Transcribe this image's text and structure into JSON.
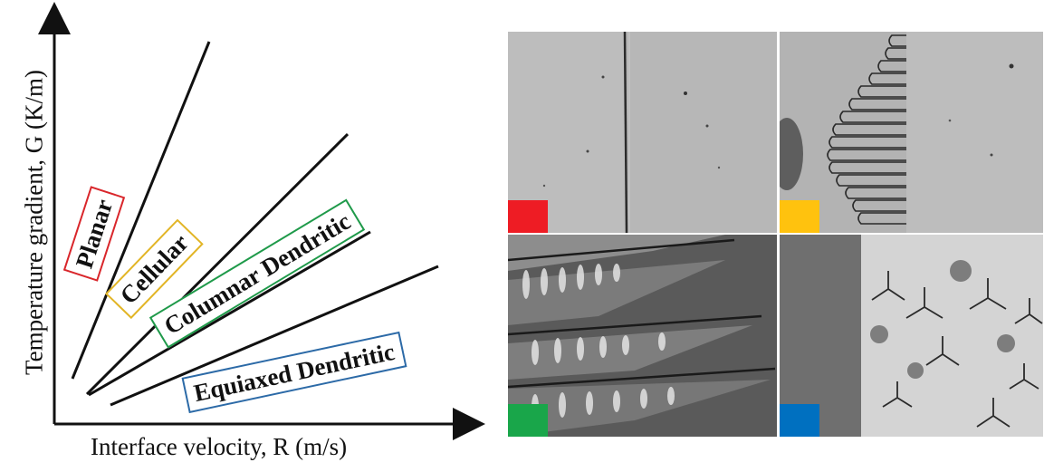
{
  "diagram": {
    "y_axis_label": "Temperature gradient, G (K/m)",
    "x_axis_label": "Interface velocity, R (m/s)",
    "regions": [
      {
        "label": "Planar",
        "color": "#d9262b"
      },
      {
        "label": "Cellular",
        "color": "#e2b526"
      },
      {
        "label": "Columnar Dendritic",
        "color": "#1f9a4a"
      },
      {
        "label": "Equiaxed Dendritic",
        "color": "#2c6aa7"
      }
    ]
  },
  "panels": [
    {
      "name": "planar",
      "swatch": "#ee1c24"
    },
    {
      "name": "cellular",
      "swatch": "#ffc20e"
    },
    {
      "name": "columnar-dendritic",
      "swatch": "#19a64a"
    },
    {
      "name": "equiaxed-dendritic",
      "swatch": "#0070c0"
    }
  ]
}
